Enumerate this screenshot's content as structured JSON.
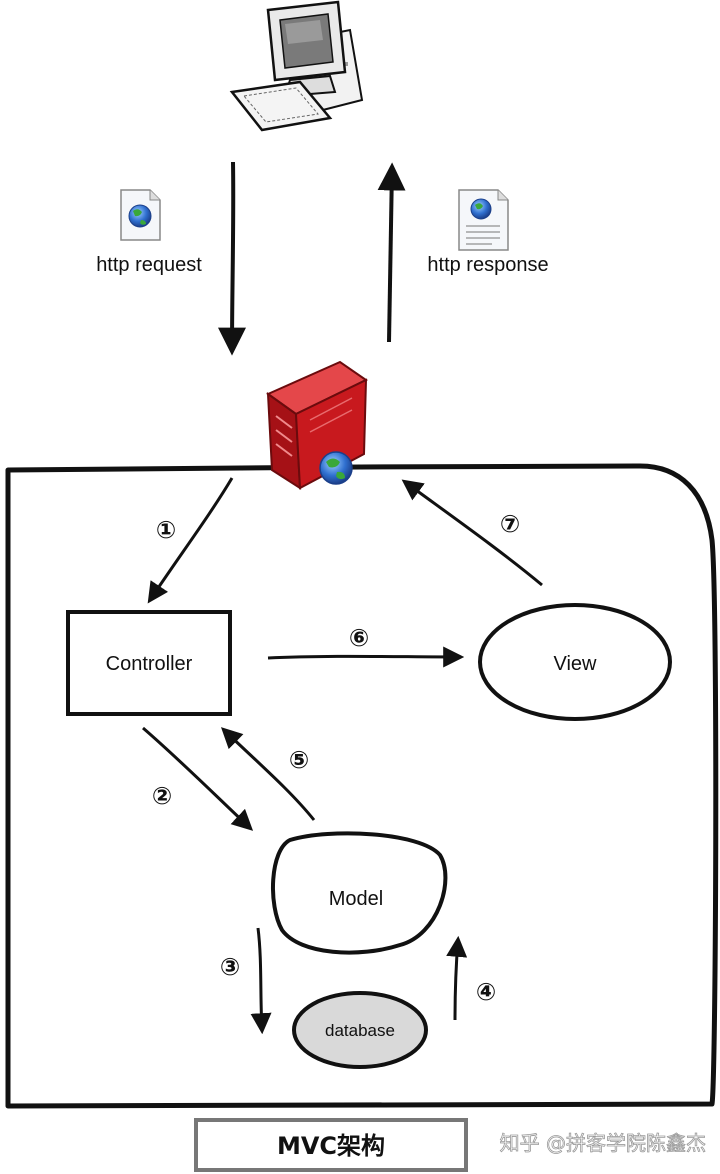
{
  "diagram": {
    "http_request_label": "http request",
    "http_response_label": "http response",
    "controller_label": "Controller",
    "view_label": "View",
    "model_label": "Model",
    "database_label": "database",
    "step_labels": [
      "①",
      "②",
      "③",
      "④",
      "⑤",
      "⑥",
      "⑦"
    ],
    "caption": "MVC架构",
    "watermark": "知乎 @拼客学院陈鑫杰"
  },
  "colors": {
    "stroke": "#111111",
    "server_red": "#c8191e",
    "database_fill": "#d9d9d9",
    "globe_blue": "#2f6fcf",
    "globe_green": "#3aa83a"
  }
}
